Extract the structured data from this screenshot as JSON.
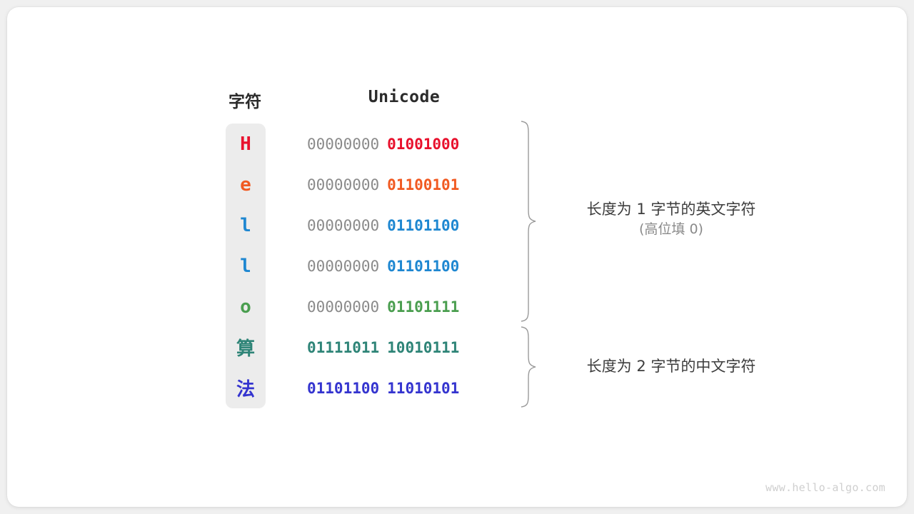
{
  "headers": {
    "character": "字符",
    "unicode": "Unicode"
  },
  "rows": [
    {
      "char": "H",
      "high_byte": "00000000",
      "low_byte": "01001000",
      "color": "#e8112d",
      "high_colored": false,
      "cjk": false
    },
    {
      "char": "e",
      "high_byte": "00000000",
      "low_byte": "01100101",
      "color": "#f15a22",
      "high_colored": false,
      "cjk": false
    },
    {
      "char": "l",
      "high_byte": "00000000",
      "low_byte": "01101100",
      "color": "#1e87d1",
      "high_colored": false,
      "cjk": false
    },
    {
      "char": "l",
      "high_byte": "00000000",
      "low_byte": "01101100",
      "color": "#1e87d1",
      "high_colored": false,
      "cjk": false
    },
    {
      "char": "o",
      "high_byte": "00000000",
      "low_byte": "01101111",
      "color": "#4a9e4f",
      "high_colored": false,
      "cjk": false
    },
    {
      "char": "算",
      "high_byte": "01111011",
      "low_byte": "10010111",
      "color": "#2e8477",
      "high_colored": true,
      "cjk": true
    },
    {
      "char": "法",
      "high_byte": "01101100",
      "low_byte": "11010101",
      "color": "#3434cf",
      "high_colored": true,
      "cjk": true
    }
  ],
  "annotations": [
    {
      "main": "长度为 1 字节的英文字符",
      "sub": "(高位填 0)"
    },
    {
      "main": "长度为 2 字节的中文字符",
      "sub": ""
    }
  ],
  "watermark": "www.hello-algo.com",
  "colors": {
    "card_background": "#ffffff",
    "page_background": "#f0f0f0",
    "char_column_background": "#ececec",
    "gray_byte": "#8a8a8a",
    "brace": "#9a9a9a",
    "header_text": "#2b2b2b",
    "annotation_text": "#3d3d3d",
    "annotation_sub_text": "#8a8a8a",
    "watermark_text": "#cfcfcf"
  }
}
